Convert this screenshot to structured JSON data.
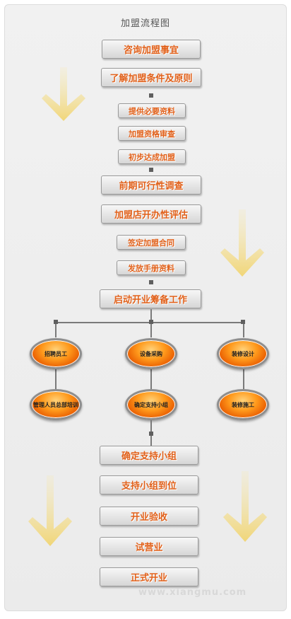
{
  "title": "加盟流程图",
  "steps_top": [
    "咨询加盟事宜",
    "了解加盟条件及原则",
    "提供必要资料",
    "加盟资格审查",
    "初步达成加盟",
    "前期可行性调查",
    "加盟店开办性评估",
    "签定加盟合同",
    "发放手册资料",
    "启动开业筹备工作"
  ],
  "branches": [
    "招聘员工",
    "设备采购",
    "装修设计",
    "管理人员总部培训",
    "确定支持小组",
    "装修施工"
  ],
  "steps_bottom": [
    "确定支持小组",
    "支持小组到位",
    "开业验收",
    "试营业",
    "正式开业"
  ],
  "watermark": "www.xiangmu.com",
  "colors": {
    "step_text": "#e0601a",
    "node_fill": "#ff9a1c",
    "arrow": "#f3dc8a"
  }
}
